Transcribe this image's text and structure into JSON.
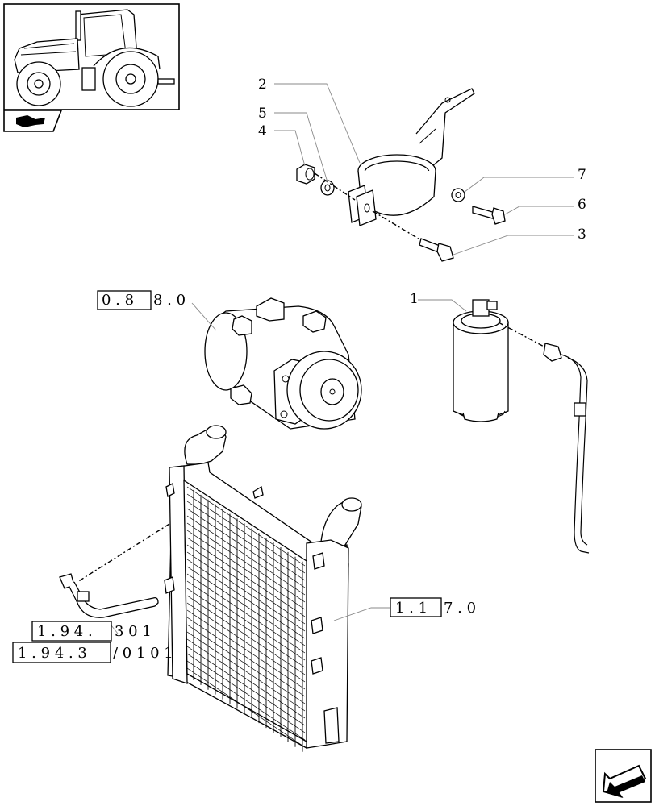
{
  "callouts": {
    "c1": "1",
    "c2": "2",
    "c3": "3",
    "c4": "4",
    "c5": "5",
    "c6": "6",
    "c7": "7"
  },
  "references": {
    "compressor": {
      "boxed": "0 . 8",
      "rest": "8 . 0"
    },
    "condenser": {
      "boxed": "1 . 1",
      "rest": "7 . 0"
    },
    "hose_a": {
      "boxed": "1 . 9 4 .",
      "rest": "3   0 1"
    },
    "hose_b": {
      "boxed": "1 . 9 4 . 3",
      "rest": "/ 0 1   0 1"
    }
  },
  "icons": {
    "thumbnail": "tractor-thumbnail-icon",
    "category": "category-hand-icon",
    "navigation": "navigation-arrow-icon"
  }
}
